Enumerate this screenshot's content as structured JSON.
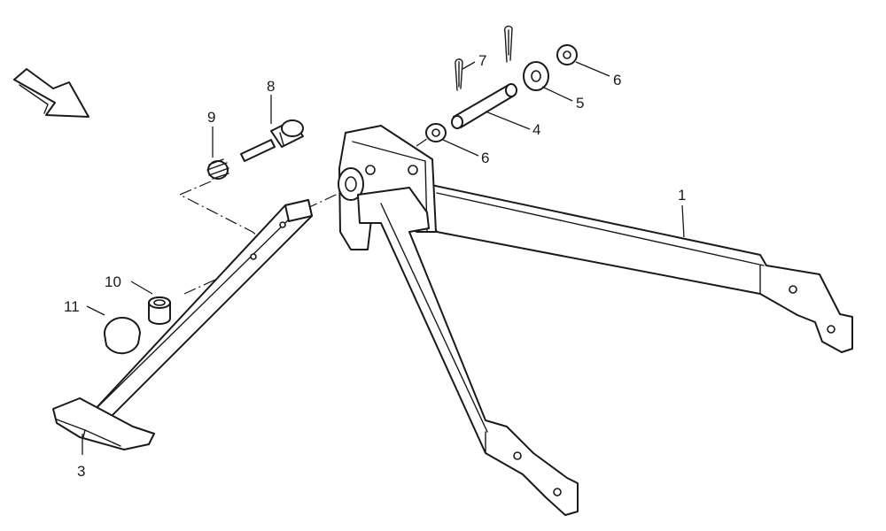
{
  "callouts": {
    "c1": "1",
    "c3": "3",
    "c4": "4",
    "c5": "5",
    "c6a": "6",
    "c6b": "6",
    "c7": "7",
    "c8": "8",
    "c9": "9",
    "c10": "10",
    "c11": "11"
  },
  "colors": {
    "ink": "#1a1a1a",
    "paper": "#ffffff"
  },
  "icons": {
    "direction": "direction-arrow-icon"
  }
}
